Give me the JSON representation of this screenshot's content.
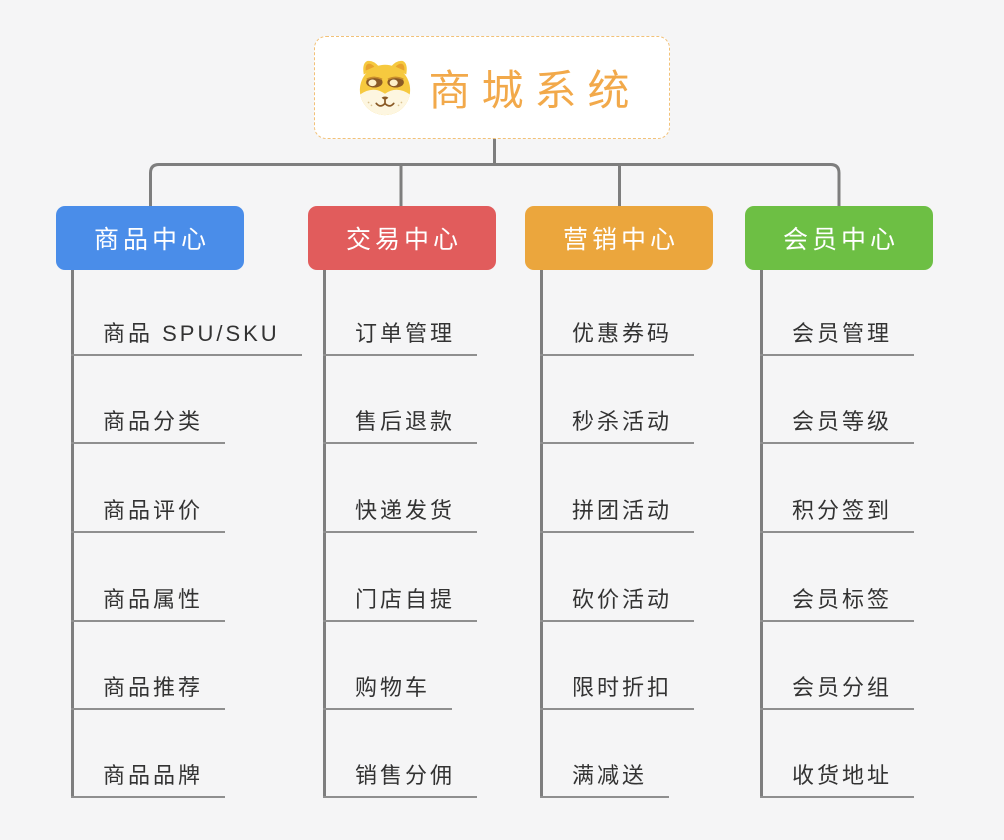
{
  "root": {
    "label": "商城系统",
    "icon": "dog-face-icon",
    "text_color": "#f2a94a",
    "border_color": "#f2c178"
  },
  "branches": [
    {
      "label": "商品中心",
      "color": "#4a8de9",
      "items": [
        "商品 SPU/SKU",
        "商品分类",
        "商品评价",
        "商品属性",
        "商品推荐",
        "商品品牌"
      ]
    },
    {
      "label": "交易中心",
      "color": "#e15c5c",
      "items": [
        "订单管理",
        "售后退款",
        "快递发货",
        "门店自提",
        "购物车",
        "销售分佣"
      ]
    },
    {
      "label": "营销中心",
      "color": "#eba63d",
      "items": [
        "优惠券码",
        "秒杀活动",
        "拼团活动",
        "砍价活动",
        "限时折扣",
        "满减送"
      ]
    },
    {
      "label": "会员中心",
      "color": "#6dbf44",
      "items": [
        "会员管理",
        "会员等级",
        "积分签到",
        "会员标签",
        "会员分组",
        "收货地址"
      ]
    }
  ],
  "connector_color": "#7e7e7e",
  "underline_color": "#8f8f8f",
  "background_color": "#f5f5f6"
}
